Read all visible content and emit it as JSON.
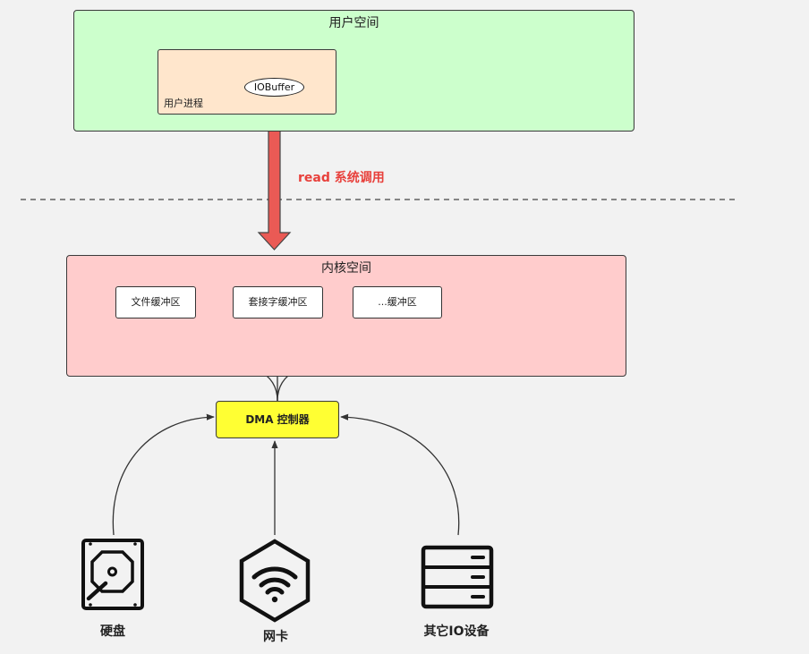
{
  "user_space": {
    "title": "用户空间",
    "process_label": "用户进程",
    "buffer_label": "IOBuffer"
  },
  "syscall": {
    "label": "read 系统调用",
    "color": "#e8413c"
  },
  "kernel_space": {
    "title": "内核空间",
    "buffers": [
      "文件缓冲区",
      "套接字缓冲区",
      "...缓冲区"
    ]
  },
  "dma": {
    "label": "DMA 控制器"
  },
  "devices": [
    {
      "label": "硬盘",
      "icon": "hard-disk-icon"
    },
    {
      "label": "网卡",
      "icon": "network-card-icon"
    },
    {
      "label": "其它IO设备",
      "icon": "server-icon"
    }
  ],
  "colors": {
    "user_space": "#ccffcc",
    "user_process": "#ffe6cc",
    "kernel_space": "#ffcccc",
    "dma": "#ffff33",
    "arrow": "#ea5a55"
  }
}
